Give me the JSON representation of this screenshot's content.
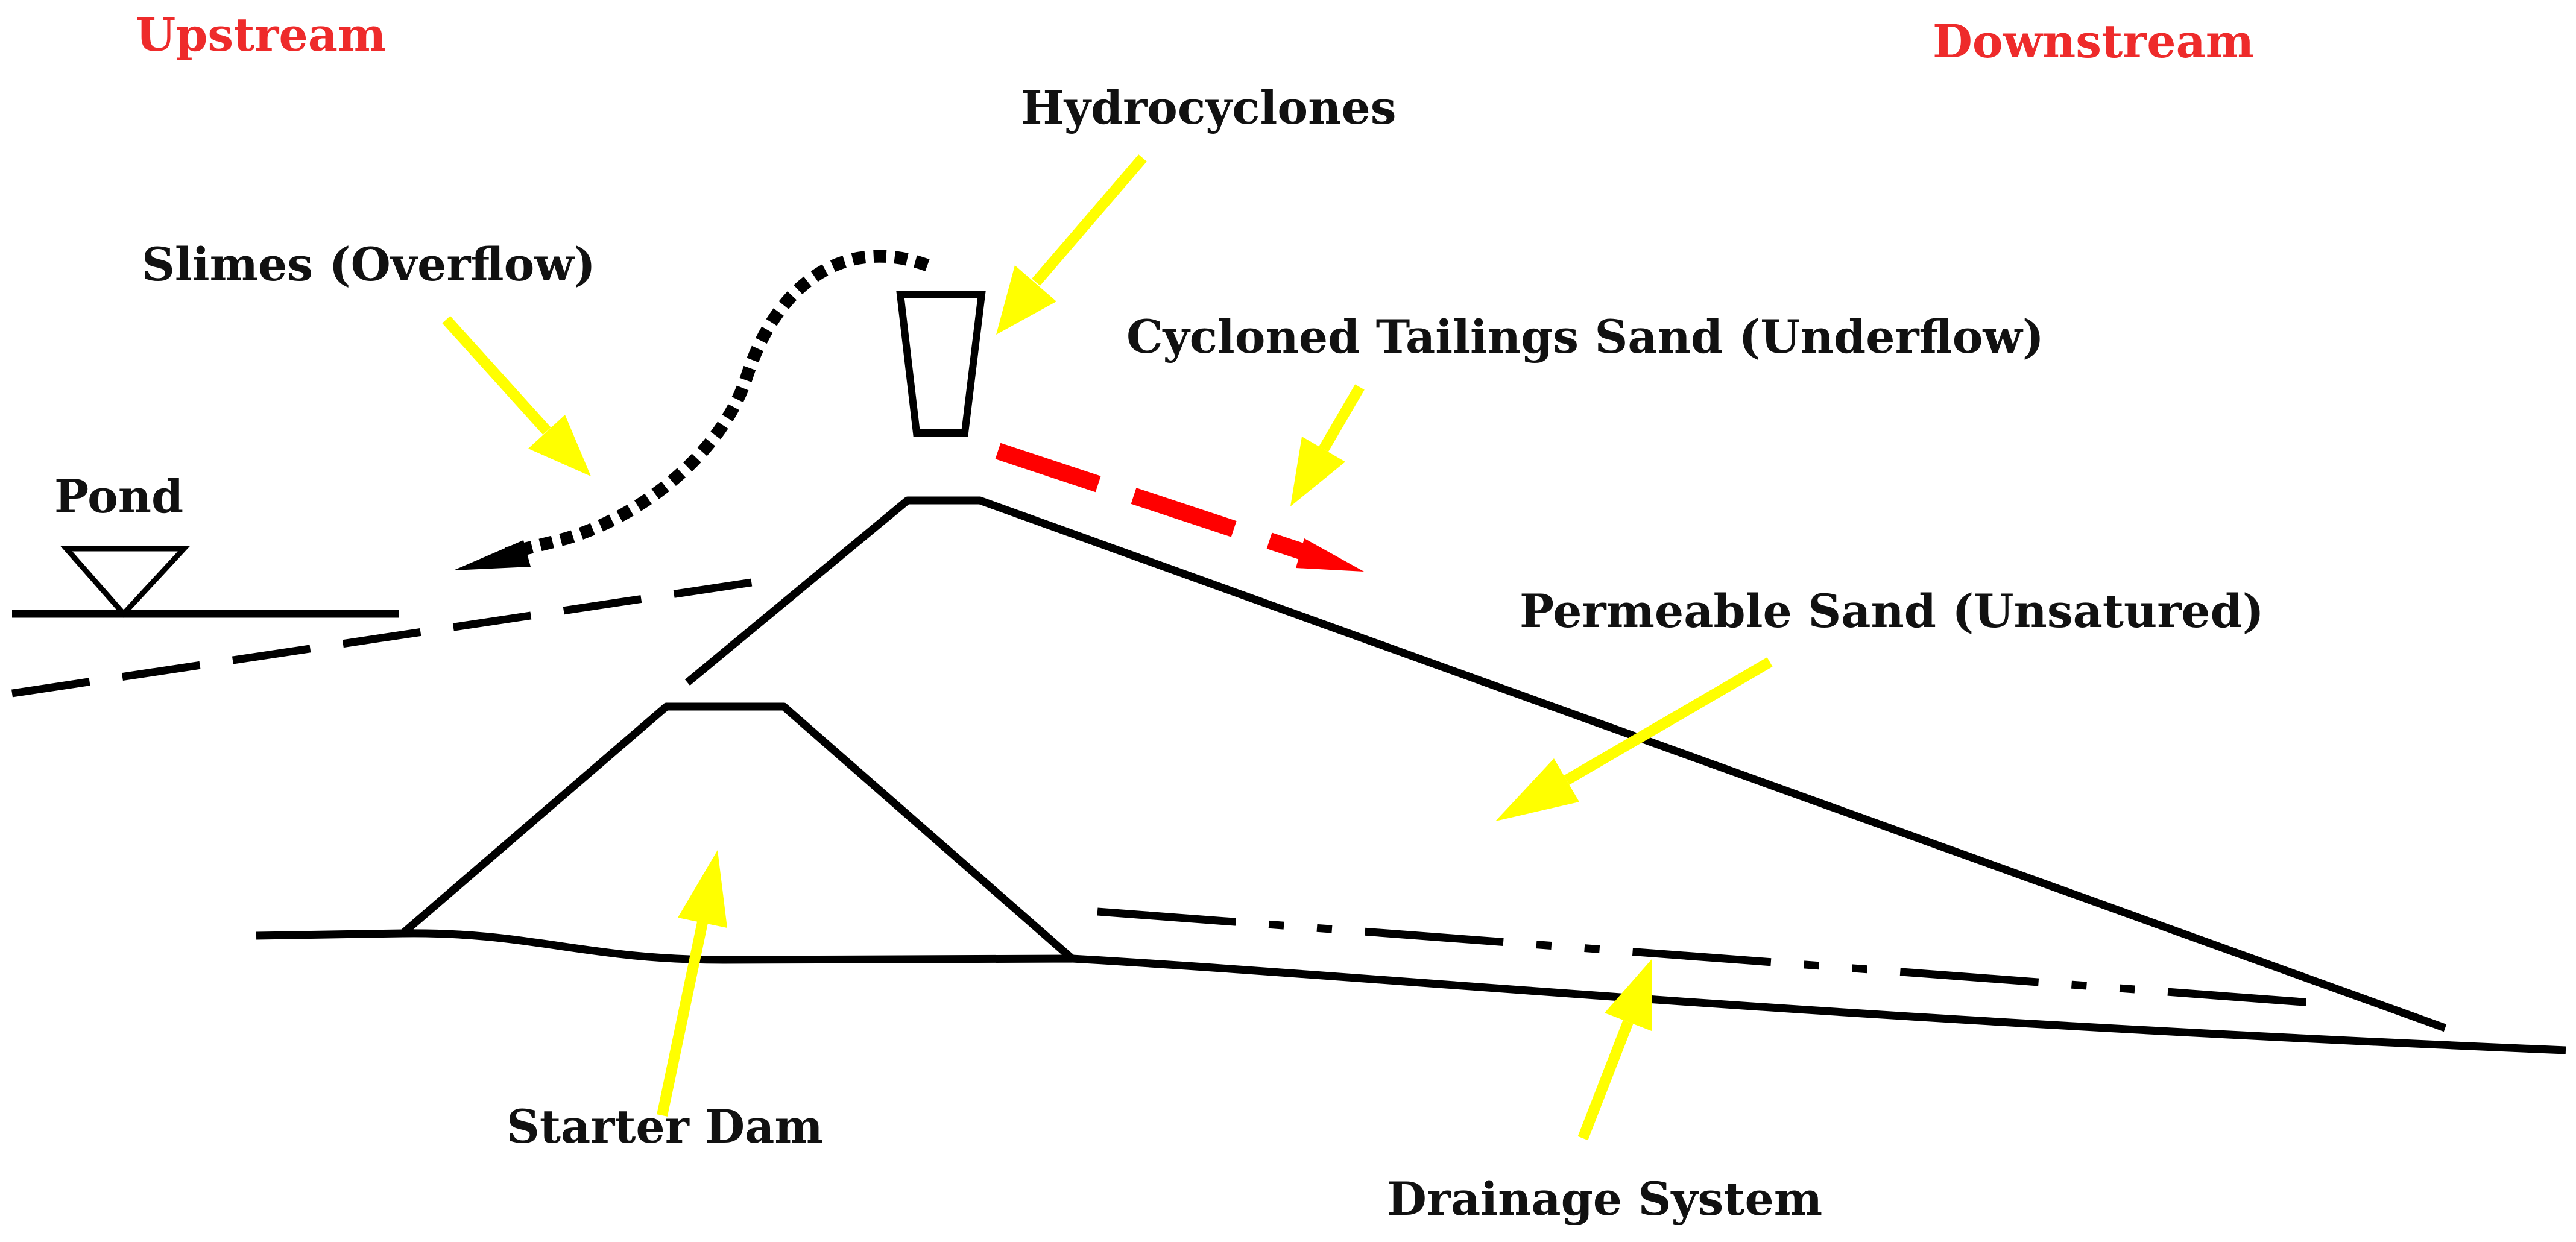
{
  "diagram": {
    "labels": {
      "upstream": "Upstream",
      "downstream": "Downstream",
      "hydrocyclones": "Hydrocyclones",
      "slimes": "Slimes (Overflow)",
      "cycloned_sand": "Cycloned Tailings Sand (Underflow)",
      "pond": "Pond",
      "permeable_sand": "Permeable Sand (Unsatured)",
      "starter_dam": "Starter Dam",
      "drainage": "Drainage System"
    },
    "colors": {
      "line": "#000000",
      "pointer_arrow": "#ffff00",
      "underflow_arrow": "#ff0000",
      "direction_label": "#ee2b2b",
      "label": "#111111"
    }
  }
}
